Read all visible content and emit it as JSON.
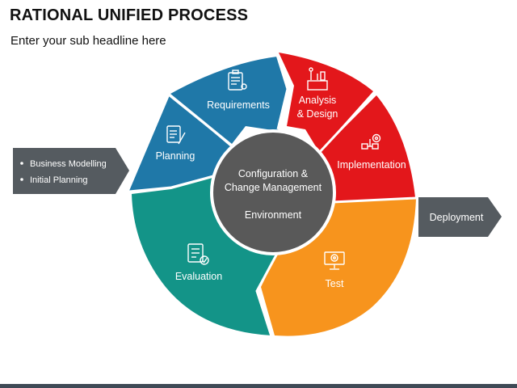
{
  "header": {
    "title": "RATIONAL UNIFIED PROCESS",
    "subtitle": "Enter your sub headline here"
  },
  "colors": {
    "blue": "#1f78a8",
    "red": "#e3171b",
    "orange": "#f7941d",
    "teal": "#139488",
    "center": "#595959",
    "arrow": "#555b60"
  },
  "left_box": {
    "bullets": [
      "Business Modelling",
      "Initial Planning"
    ]
  },
  "right_box": {
    "label": "Deployment"
  },
  "center": {
    "line1": "Configuration &",
    "line2": "Change Management",
    "line3": "Environment"
  },
  "segments": {
    "planning": {
      "label": "Planning",
      "icon": "document-pen-icon"
    },
    "requirements": {
      "label": "Requirements",
      "icon": "clipboard-list-icon"
    },
    "analysis": {
      "label_line1": "Analysis",
      "label_line2": "& Design",
      "icon": "tools-design-icon"
    },
    "implementation": {
      "label": "Implementation",
      "icon": "gear-flow-icon"
    },
    "test": {
      "label": "Test",
      "icon": "monitor-gear-icon"
    },
    "evaluation": {
      "label": "Evaluation",
      "icon": "checklist-icon"
    }
  }
}
